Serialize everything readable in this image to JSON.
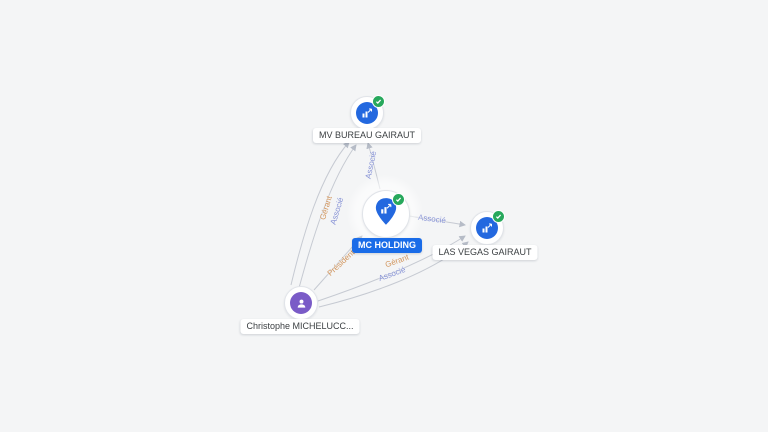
{
  "app": {
    "background": "#f4f5f6"
  },
  "nodes": {
    "mv_bureau": {
      "label": "MV BUREAU GAIRAUT",
      "type": "company",
      "verified": true
    },
    "mc_holding": {
      "label": "MC HOLDING",
      "type": "company-selected",
      "verified": true
    },
    "las_vegas": {
      "label": "LAS VEGAS GAIRAUT",
      "type": "company",
      "verified": true
    },
    "christophe": {
      "label": "Christophe MICHELUCC...",
      "type": "person"
    }
  },
  "edges": {
    "mc_to_mv": {
      "label": "Associé",
      "from": "mc_holding",
      "to": "mv_bureau"
    },
    "person_to_mv_gerant": {
      "label": "Gérant",
      "from": "christophe",
      "to": "mv_bureau"
    },
    "person_to_mv_associe": {
      "label": "Associé",
      "from": "christophe",
      "to": "mv_bureau"
    },
    "person_to_mc": {
      "label": "Président",
      "from": "christophe",
      "to": "mc_holding"
    },
    "mc_to_lv": {
      "label": "Associé",
      "from": "mc_holding",
      "to": "las_vegas"
    },
    "person_to_lv_gerant": {
      "label": "Gérant",
      "from": "christophe",
      "to": "las_vegas"
    },
    "person_to_lv_associe": {
      "label": "Associé",
      "from": "christophe",
      "to": "las_vegas"
    }
  },
  "colors": {
    "company_icon": "#2368df",
    "person_icon": "#7a5bc7",
    "verified_badge": "#27a85c",
    "selected_label_bg": "#1a6ce8",
    "edge_line": "#c6cad2",
    "role_label_color": "#d2955c",
    "share_label_color": "#8591d5"
  }
}
